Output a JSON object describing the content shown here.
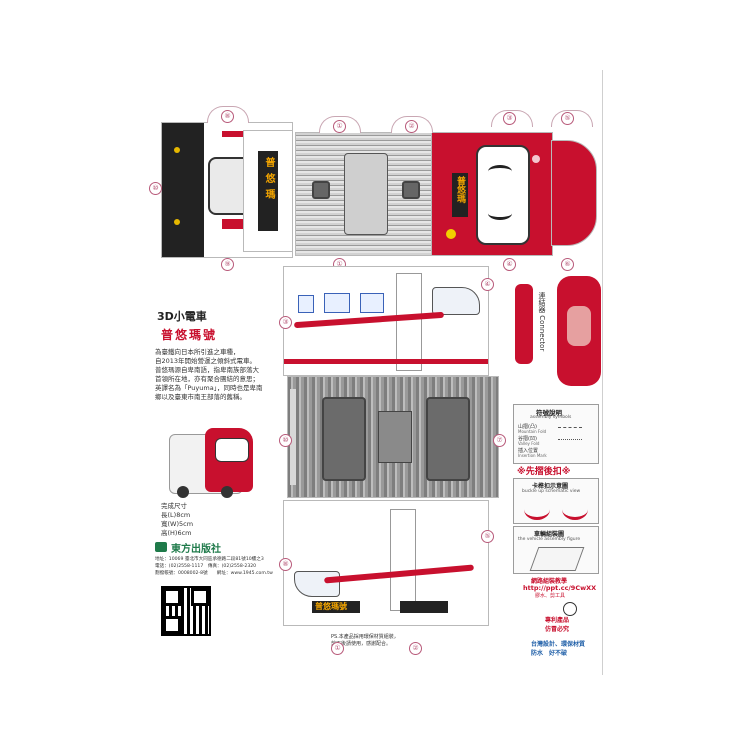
{
  "product": {
    "series_label": "3D小電車",
    "train_name": "普悠瑪號",
    "desc_lines": [
      "為臺鐵向日本所引進之車種，",
      "自2013年開始營運之傾斜式電車。",
      "普悠瑪源自卑南語，指卑南族部落大",
      "首領所在地，亦有聚合團結的意思；",
      "英譯名為「Puyuma」，同時也是卑南",
      "鄉以及臺東市南王部落的舊稱。"
    ],
    "dims_lines": [
      "完成尺寸",
      "長(L)8cm",
      "寬(W)5cm",
      "高(H)6cm"
    ]
  },
  "publisher": {
    "name": "東方出版社",
    "info_lines": [
      "地址：10069 臺北市大同區承德路二段81號10樓之3",
      "電話：(02)2558-1117　傳真：(02)2558-2320",
      "劃撥帳號：0008002-8號　　網址：www.1945.com.tw"
    ]
  },
  "train_marks": {
    "front_sign": "普悠瑪",
    "side_sign": "普悠瑪號",
    "connector_label": "連結器 Connector"
  },
  "tabs": [
    "①",
    "②",
    "③",
    "④",
    "⑤",
    "⑥",
    "⑦",
    "⑧",
    "⑨",
    "⑩"
  ],
  "legend": {
    "title": "符號說明",
    "subtitle": "assembly symbols",
    "items": [
      {
        "label": "山摺(凸)",
        "en": "Mountain Fold"
      },
      {
        "label": "谷摺(凹)",
        "en": "Valley Fold"
      },
      {
        "label": "插入位置",
        "en": "Insertion Mark"
      }
    ],
    "tip": "※先摺後扣※"
  },
  "buckle": {
    "title": "卡榫扣示意圖",
    "subtitle": "buckle up schematic view"
  },
  "assembly": {
    "title": "車輛組裝圖",
    "subtitle": "the vehicle assembly figure"
  },
  "video": {
    "title": "網路組裝教學",
    "url": "http://ppt.cc/9CwXX",
    "note": "膠水、剪工具"
  },
  "notes": {
    "patent": [
      "專利產品",
      "仿冒必究"
    ],
    "made": [
      "台灣設計、環保材質",
      "防水　好不破"
    ],
    "instruction": [
      "PS.本產品採用環保材質組裝，",
      "剪下後請使用，感謝配合。"
    ]
  },
  "colors": {
    "accent": "#c8102e",
    "panel_border": "#b9b9b9",
    "tab_border": "#c9a7b3"
  }
}
